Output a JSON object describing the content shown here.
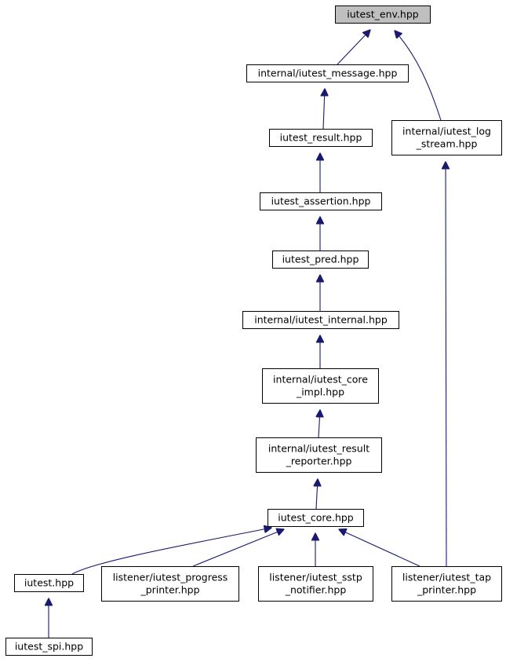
{
  "diagram": {
    "type": "include-dependency-graph",
    "colors": {
      "edge": "#191970",
      "focus_fill": "#bfbfbf",
      "node_fill": "#ffffff",
      "node_border": "#000000"
    },
    "nodes": [
      {
        "id": "env",
        "lines": [
          "iutest_env.hpp"
        ],
        "focus": true
      },
      {
        "id": "message",
        "lines": [
          "internal/iutest_message.hpp"
        ]
      },
      {
        "id": "log_stream",
        "lines": [
          "internal/iutest_log",
          "_stream.hpp"
        ]
      },
      {
        "id": "result",
        "lines": [
          "iutest_result.hpp"
        ]
      },
      {
        "id": "assertion",
        "lines": [
          "iutest_assertion.hpp"
        ]
      },
      {
        "id": "pred",
        "lines": [
          "iutest_pred.hpp"
        ]
      },
      {
        "id": "internal",
        "lines": [
          "internal/iutest_internal.hpp"
        ]
      },
      {
        "id": "core_impl",
        "lines": [
          "internal/iutest_core",
          "_impl.hpp"
        ]
      },
      {
        "id": "result_reporter",
        "lines": [
          "internal/iutest_result",
          "_reporter.hpp"
        ]
      },
      {
        "id": "core",
        "lines": [
          "iutest_core.hpp"
        ]
      },
      {
        "id": "iutest",
        "lines": [
          "iutest.hpp"
        ]
      },
      {
        "id": "progress_printer",
        "lines": [
          "listener/iutest_progress",
          "_printer.hpp"
        ]
      },
      {
        "id": "sstp_notifier",
        "lines": [
          "listener/iutest_sstp",
          "_notifier.hpp"
        ]
      },
      {
        "id": "tap_printer",
        "lines": [
          "listener/iutest_tap",
          "_printer.hpp"
        ]
      },
      {
        "id": "spi",
        "lines": [
          "iutest_spi.hpp"
        ]
      }
    ],
    "edges": [
      {
        "from": "message",
        "to": "env"
      },
      {
        "from": "log_stream",
        "to": "env"
      },
      {
        "from": "result",
        "to": "message"
      },
      {
        "from": "assertion",
        "to": "result"
      },
      {
        "from": "pred",
        "to": "assertion"
      },
      {
        "from": "internal",
        "to": "pred"
      },
      {
        "from": "core_impl",
        "to": "internal"
      },
      {
        "from": "result_reporter",
        "to": "core_impl"
      },
      {
        "from": "core",
        "to": "result_reporter"
      },
      {
        "from": "iutest",
        "to": "core"
      },
      {
        "from": "progress_printer",
        "to": "core"
      },
      {
        "from": "sstp_notifier",
        "to": "core"
      },
      {
        "from": "tap_printer",
        "to": "core"
      },
      {
        "from": "tap_printer",
        "to": "log_stream"
      },
      {
        "from": "spi",
        "to": "iutest"
      }
    ]
  }
}
